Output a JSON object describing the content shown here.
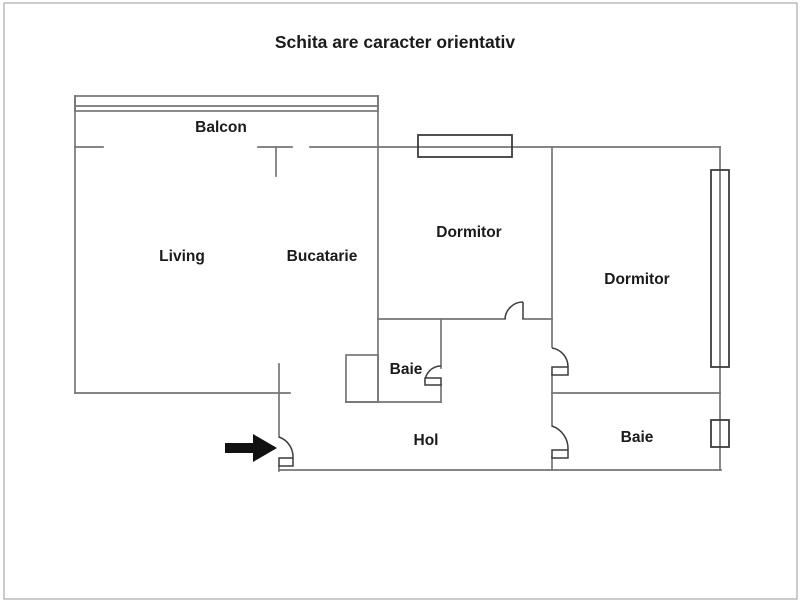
{
  "title": "Schita are caracter orientativ",
  "floor_plan": {
    "type": "apartment-sketch",
    "labels": {
      "balcon": "Balcon",
      "living": "Living",
      "bucatarie": "Bucatarie",
      "dormitor_1": "Dormitor",
      "dormitor_2": "Dormitor",
      "baie_1": "Baie",
      "baie_2": "Baie",
      "hol": "Hol"
    }
  },
  "colors": {
    "background": "#ffffff",
    "border": "#9a9a9a",
    "wall": "#757575",
    "door_window_symbol": "#3c3c3c",
    "text": "#1a1a1a",
    "arrow": "#111111"
  }
}
